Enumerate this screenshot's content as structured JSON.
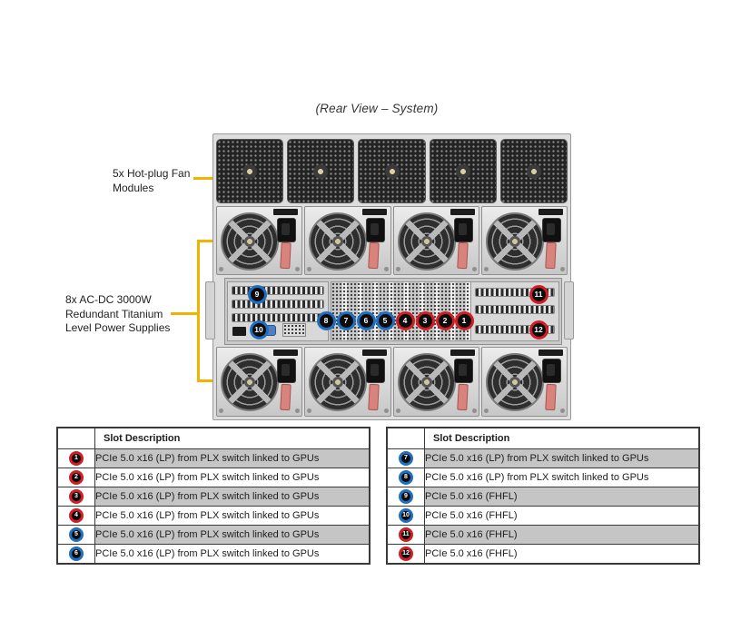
{
  "page": {
    "title": "(Rear View – System)"
  },
  "callouts": {
    "fan": {
      "label": "5x Hot-plug Fan Modules"
    },
    "psu": {
      "label": "8x AC-DC 3000W Redundant Titanium Level Power Supplies"
    }
  },
  "colors": {
    "accent_yellow": "#F0B400",
    "badge_red": "#cf1e24",
    "badge_blue": "#1e6fbf"
  },
  "diagram": {
    "badges": [
      {
        "num": "1",
        "color": "red"
      },
      {
        "num": "2",
        "color": "red"
      },
      {
        "num": "3",
        "color": "red"
      },
      {
        "num": "4",
        "color": "red"
      },
      {
        "num": "5",
        "color": "blue"
      },
      {
        "num": "6",
        "color": "blue"
      },
      {
        "num": "7",
        "color": "blue"
      },
      {
        "num": "8",
        "color": "blue"
      },
      {
        "num": "9",
        "color": "blue"
      },
      {
        "num": "10",
        "color": "blue"
      },
      {
        "num": "11",
        "color": "red"
      },
      {
        "num": "12",
        "color": "red"
      }
    ]
  },
  "tables": {
    "header": {
      "slot_col": "",
      "desc_col": "Slot Description"
    },
    "left_rows": [
      {
        "num": "1",
        "color": "red",
        "desc": "PCIe 5.0 x16 (LP) from PLX switch linked to GPUs"
      },
      {
        "num": "2",
        "color": "red",
        "desc": "PCIe 5.0 x16 (LP) from PLX switch linked to GPUs"
      },
      {
        "num": "3",
        "color": "red",
        "desc": "PCIe 5.0 x16 (LP) from PLX switch linked to GPUs"
      },
      {
        "num": "4",
        "color": "red",
        "desc": "PCIe 5.0 x16 (LP) from PLX switch linked to GPUs"
      },
      {
        "num": "5",
        "color": "blue",
        "desc": "PCIe 5.0 x16 (LP) from PLX switch linked to GPUs"
      },
      {
        "num": "6",
        "color": "blue",
        "desc": "PCIe 5.0 x16 (LP) from PLX switch linked to GPUs"
      }
    ],
    "right_rows": [
      {
        "num": "7",
        "color": "blue",
        "desc": "PCIe 5.0 x16 (LP) from PLX switch linked to GPUs"
      },
      {
        "num": "8",
        "color": "blue",
        "desc": "PCIe 5.0 x16 (LP) from PLX switch linked to GPUs"
      },
      {
        "num": "9",
        "color": "blue",
        "desc": "PCIe 5.0 x16 (FHFL)"
      },
      {
        "num": "10",
        "color": "blue",
        "desc": "PCIe 5.0 x16 (FHFL)"
      },
      {
        "num": "11",
        "color": "red",
        "desc": "PCIe 5.0 x16 (FHFL)"
      },
      {
        "num": "12",
        "color": "red",
        "desc": "PCIe 5.0 x16 (FHFL)"
      }
    ]
  }
}
